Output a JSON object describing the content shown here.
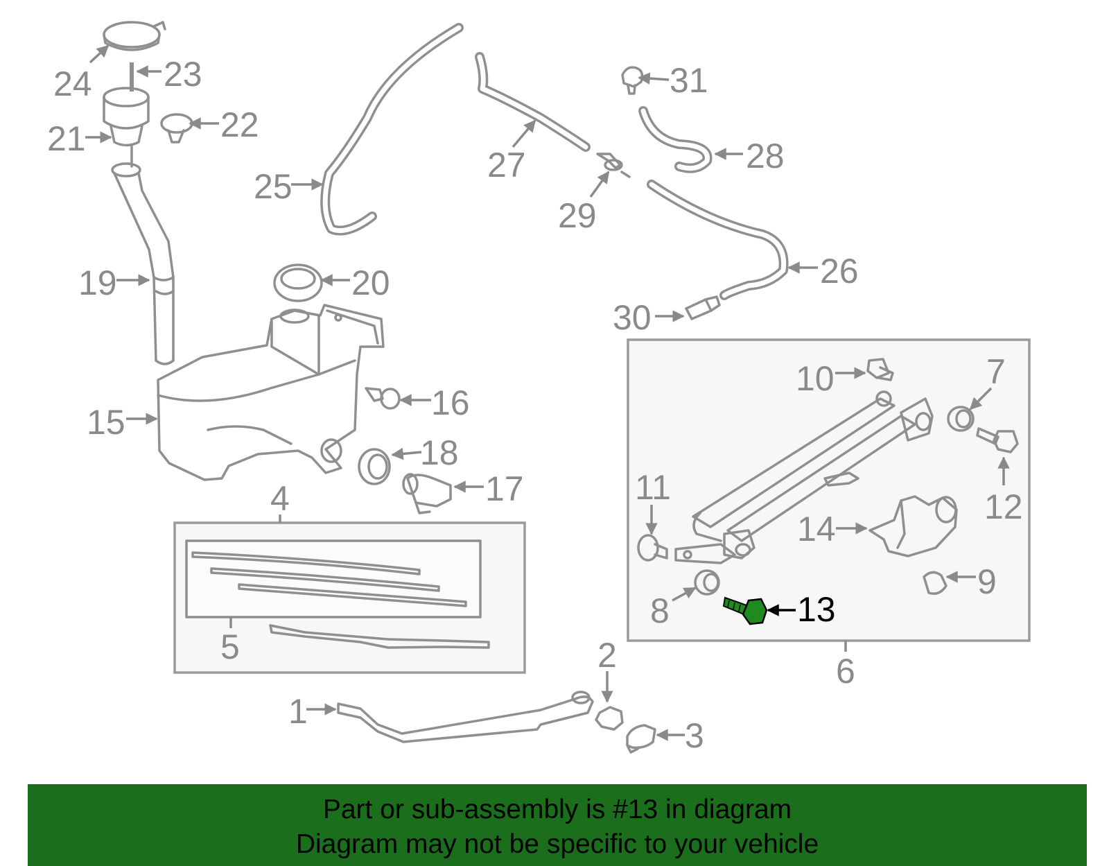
{
  "diagram": {
    "highlighted_part": "13",
    "colors": {
      "line": "#8f8f8f",
      "label": "#8a8a8a",
      "highlight": "#1f8a1f",
      "banner": "#1b6e1b"
    },
    "callouts": [
      {
        "id": "1",
        "label": "1"
      },
      {
        "id": "2",
        "label": "2"
      },
      {
        "id": "3",
        "label": "3"
      },
      {
        "id": "4",
        "label": "4"
      },
      {
        "id": "5",
        "label": "5"
      },
      {
        "id": "6",
        "label": "6"
      },
      {
        "id": "7",
        "label": "7"
      },
      {
        "id": "8",
        "label": "8"
      },
      {
        "id": "9",
        "label": "9"
      },
      {
        "id": "10",
        "label": "10"
      },
      {
        "id": "11",
        "label": "11"
      },
      {
        "id": "12",
        "label": "12"
      },
      {
        "id": "13",
        "label": "13"
      },
      {
        "id": "14",
        "label": "14"
      },
      {
        "id": "15",
        "label": "15"
      },
      {
        "id": "16",
        "label": "16"
      },
      {
        "id": "17",
        "label": "17"
      },
      {
        "id": "18",
        "label": "18"
      },
      {
        "id": "19",
        "label": "19"
      },
      {
        "id": "20",
        "label": "20"
      },
      {
        "id": "21",
        "label": "21"
      },
      {
        "id": "22",
        "label": "22"
      },
      {
        "id": "23",
        "label": "23"
      },
      {
        "id": "24",
        "label": "24"
      },
      {
        "id": "25",
        "label": "25"
      },
      {
        "id": "26",
        "label": "26"
      },
      {
        "id": "27",
        "label": "27"
      },
      {
        "id": "28",
        "label": "28"
      },
      {
        "id": "29",
        "label": "29"
      },
      {
        "id": "30",
        "label": "30"
      },
      {
        "id": "31",
        "label": "31"
      }
    ]
  },
  "banner": {
    "line1": "Part or sub-assembly is #13 in diagram",
    "line2": "Diagram may not be specific to your vehicle"
  }
}
